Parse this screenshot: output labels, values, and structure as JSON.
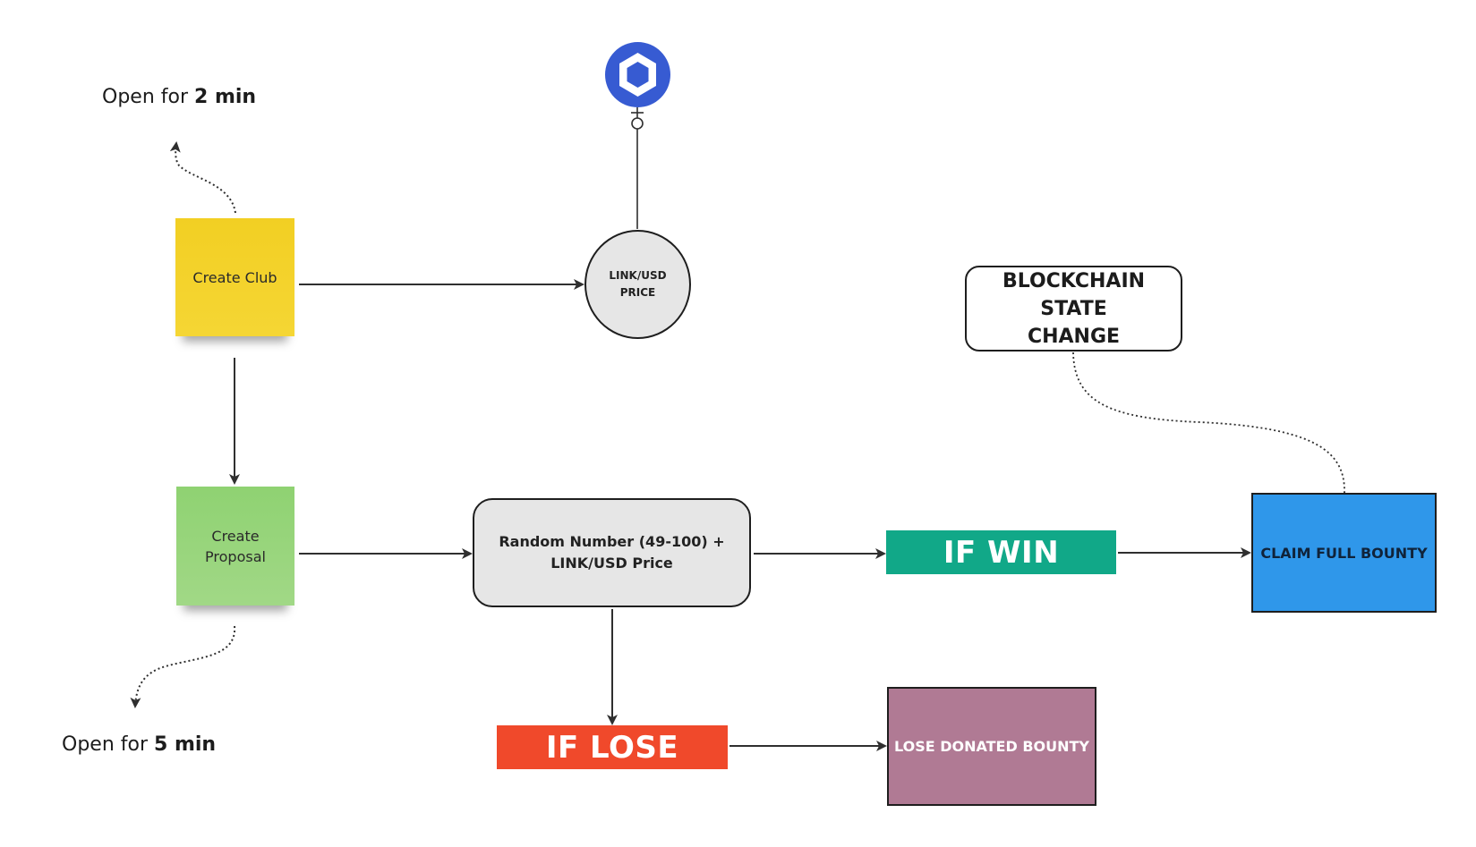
{
  "diagram": {
    "notes": {
      "open_club": {
        "prefix": "Open for ",
        "duration": "2 min"
      },
      "open_proposal": {
        "prefix": "Open for ",
        "duration": "5 min"
      }
    },
    "nodes": {
      "create_club": {
        "label": "Create Club",
        "color": "#f2cf23"
      },
      "create_proposal": {
        "label_line1": "Create",
        "label_line2": "Proposal",
        "color": "#95d47a"
      },
      "price_feed": {
        "label_line1": "LINK/USD",
        "label_line2": "PRICE"
      },
      "oracle_logo": {
        "icon": "chainlink-hexagon-icon",
        "color": "#375bd2"
      },
      "randomness": {
        "label_line1": "Random Number (49-100) +",
        "label_line2": "LINK/USD Price"
      },
      "state_change": {
        "label_line1": "BLOCKCHAIN STATE",
        "label_line2": "CHANGE"
      },
      "if_win": {
        "label": "IF WIN",
        "color": "#11a888"
      },
      "if_lose": {
        "label": "IF LOSE",
        "color": "#f0492b"
      },
      "claim_bounty": {
        "label": "CLAIM FULL BOUNTY",
        "color": "#2f97ea"
      },
      "lose_bounty": {
        "label": "LOSE DONATED BOUNTY",
        "color": "#b07a94"
      }
    },
    "edges": [
      {
        "from": "create_club",
        "to": "price_feed",
        "style": "solid-arrow"
      },
      {
        "from": "oracle_logo",
        "to": "price_feed",
        "style": "er-one-or-zero"
      },
      {
        "from": "create_club",
        "to": "create_proposal",
        "style": "solid-arrow"
      },
      {
        "from": "create_club",
        "to": "open_club",
        "style": "dotted-arrow"
      },
      {
        "from": "create_proposal",
        "to": "open_proposal",
        "style": "dotted-arrow"
      },
      {
        "from": "create_proposal",
        "to": "randomness",
        "style": "solid-arrow"
      },
      {
        "from": "randomness",
        "to": "if_win",
        "style": "solid-arrow"
      },
      {
        "from": "randomness",
        "to": "if_lose",
        "style": "solid-arrow"
      },
      {
        "from": "if_win",
        "to": "claim_bounty",
        "style": "solid-arrow"
      },
      {
        "from": "if_lose",
        "to": "lose_bounty",
        "style": "solid-arrow"
      },
      {
        "from": "claim_bounty",
        "to": "state_change",
        "style": "dotted-line"
      }
    ]
  }
}
